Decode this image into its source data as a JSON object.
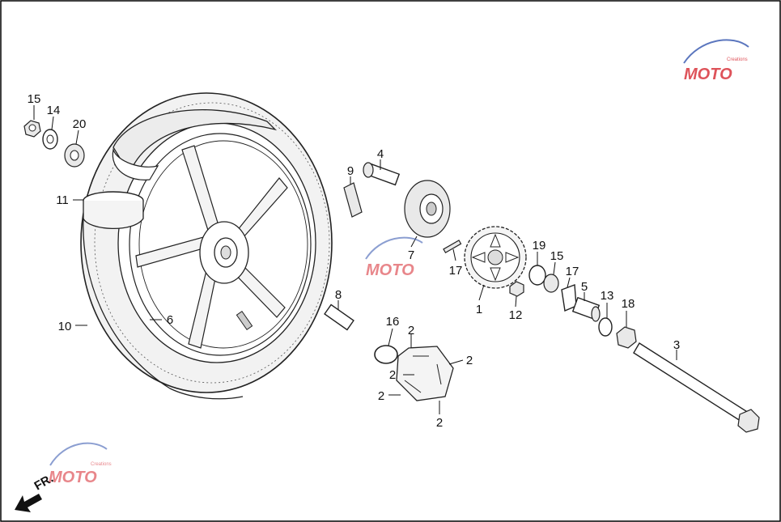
{
  "callouts": [
    "1",
    "2",
    "2",
    "2",
    "2",
    "2",
    "3",
    "4",
    "5",
    "6",
    "7",
    "8",
    "9",
    "10",
    "11",
    "12",
    "13",
    "14",
    "15",
    "15",
    "16",
    "17",
    "17",
    "18",
    "19",
    "20"
  ],
  "direction_label": "FR.",
  "watermark": {
    "text": "MOTO",
    "sub": "Creations"
  },
  "colors": {
    "line": "#111111",
    "watermark_red": "#d9363e",
    "watermark_blue": "#3f5fb3",
    "border": "#000000"
  }
}
